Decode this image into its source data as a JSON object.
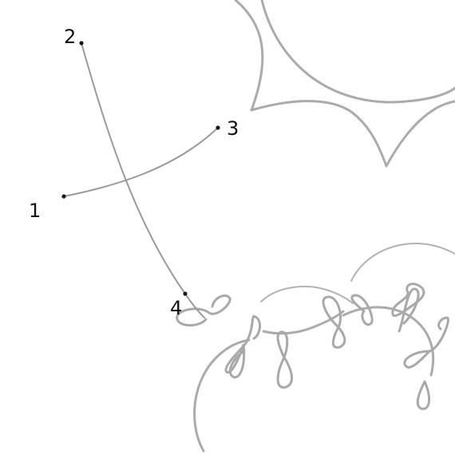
{
  "canvas": {
    "background": "#ffffff",
    "guide_color": "#ababab",
    "anchor_color": "#1a1a1a"
  },
  "points": [
    {
      "id": "p1",
      "label": "1"
    },
    {
      "id": "p2",
      "label": "2"
    },
    {
      "id": "p3",
      "label": "3"
    },
    {
      "id": "p4",
      "label": "4"
    }
  ]
}
